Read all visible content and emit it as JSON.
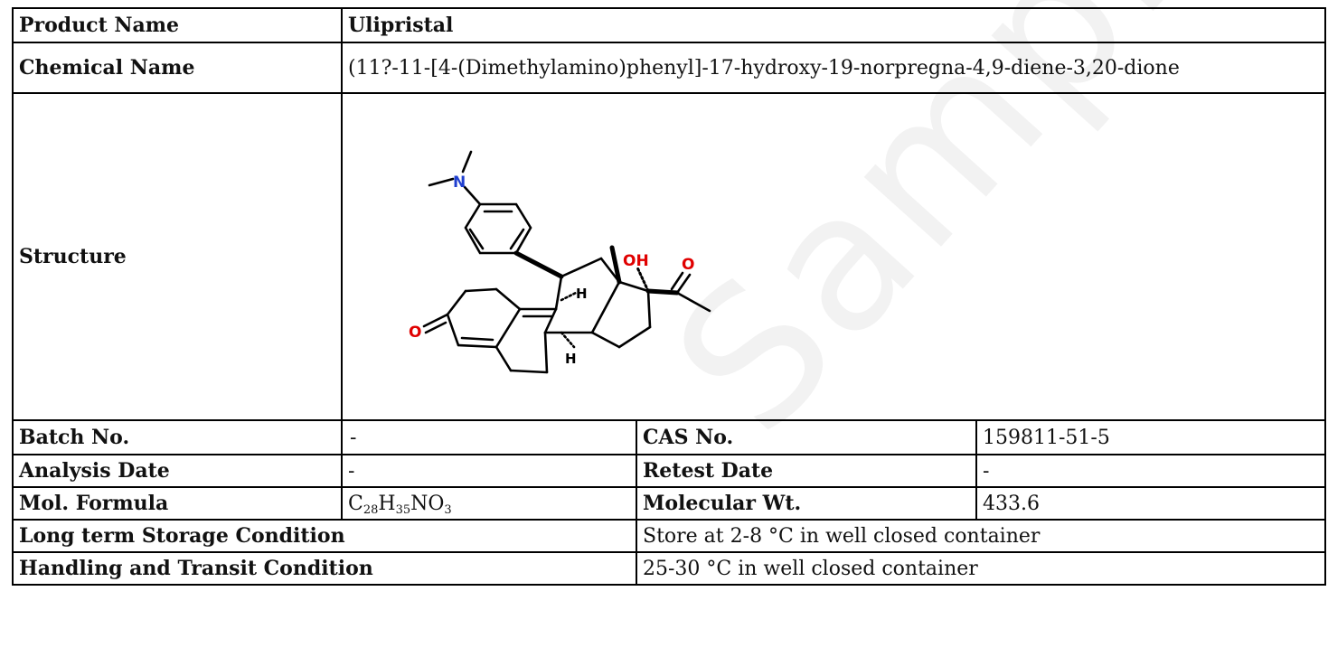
{
  "product_name": {
    "label": "Product Name",
    "value": "Ulipristal"
  },
  "chemical_name": {
    "label": "Chemical Name",
    "value": "(11?-11-[4-(Dimethylamino)phenyl]-17-hydroxy-19-norpregna-4,9-diene-3,20-dione"
  },
  "structure": {
    "label": "Structure",
    "atom_labels": {
      "n": "N",
      "oh": "OH",
      "o_ketone": "O",
      "o_acetyl": "O",
      "h1": "H",
      "h2": "H"
    },
    "colors": {
      "nitrogen": "#1f3fcf",
      "oxygen": "#e00000",
      "bond": "#000000"
    }
  },
  "batch_no": {
    "label": "Batch No.",
    "value": "-"
  },
  "cas_no": {
    "label": "CAS No.",
    "value": "159811-51-5"
  },
  "analysis_date": {
    "label": "Analysis Date",
    "value": "-"
  },
  "retest_date": {
    "label": "Retest Date",
    "value": "-"
  },
  "mol_formula": {
    "label": "Mol. Formula",
    "parts": [
      {
        "el": "C",
        "n": "28"
      },
      {
        "el": "H",
        "n": "35"
      },
      {
        "el": "N",
        "n": ""
      },
      {
        "el": "O",
        "n": "3"
      }
    ]
  },
  "molecular_wt": {
    "label": "Molecular Wt.",
    "value": "433.6"
  },
  "storage": {
    "label": "Long term Storage Condition",
    "value": "Store at 2-8 °C in well closed container"
  },
  "handling": {
    "label": "Handling and Transit Condition",
    "value": "25-30 °C in well closed container"
  },
  "watermark": {
    "text": "Sample COA"
  }
}
